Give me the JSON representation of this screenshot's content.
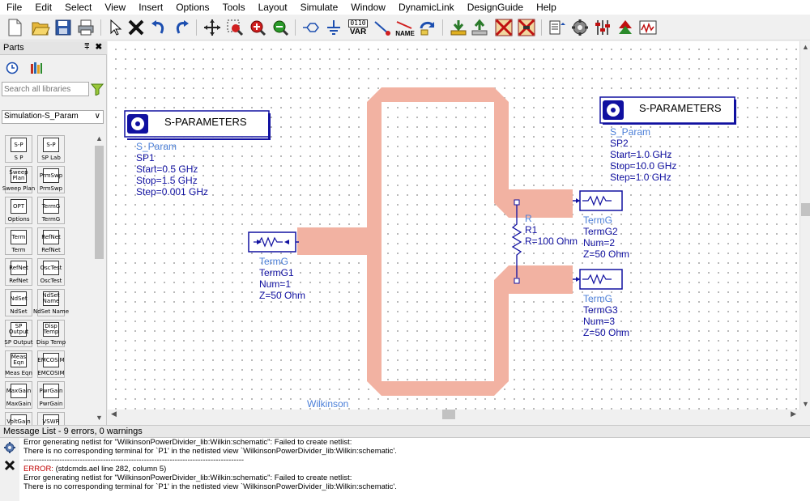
{
  "menu": {
    "items": [
      "File",
      "Edit",
      "Select",
      "View",
      "Insert",
      "Options",
      "Tools",
      "Layout",
      "Simulate",
      "Window",
      "DynamicLink",
      "DesignGuide",
      "Help"
    ]
  },
  "toolbar": {
    "icons": [
      "new-icon",
      "open-icon",
      "save-icon",
      "print-icon",
      "select-pointer-icon",
      "delete-icon",
      "undo-icon",
      "redo-icon",
      "move-icon",
      "zoom-area-icon",
      "zoom-in-icon",
      "zoom-out-icon",
      "port-icon",
      "ground-icon",
      "var-icon",
      "wire-icon",
      "name-icon",
      "refresh-icon",
      "push-down-icon",
      "pop-up-icon",
      "deactivate-icon",
      "deactivate-short-icon",
      "netlist-icon",
      "simulate-icon",
      "tune-icon",
      "optimize-icon",
      "data-display-icon"
    ],
    "var_label": "VAR",
    "var_value": "0110",
    "name_label": "NAME"
  },
  "parts": {
    "title": "Parts",
    "controls": "⩱ ✖",
    "search_placeholder": "Search all libraries",
    "library": "Simulation-S_Param",
    "palette": [
      {
        "glyph": "S-P",
        "label": "S P"
      },
      {
        "glyph": "S-P",
        "label": "SP Lab"
      },
      {
        "glyph": "Sweep Plan",
        "label": "Sweep Plan"
      },
      {
        "glyph": "PrmSwp",
        "label": "PrmSwp"
      },
      {
        "glyph": "OPT",
        "label": "Options"
      },
      {
        "glyph": "TermG",
        "label": "TermG"
      },
      {
        "glyph": "Term",
        "label": "Term"
      },
      {
        "glyph": "RefNet",
        "label": "RefNet"
      },
      {
        "glyph": "RefNet",
        "label": "RefNet"
      },
      {
        "glyph": "OscTest",
        "label": "OscTest"
      },
      {
        "glyph": "NdSet",
        "label": "NdSet"
      },
      {
        "glyph": "NdSet Name",
        "label": "NdSet Name"
      },
      {
        "glyph": "SP Output",
        "label": "SP Output"
      },
      {
        "glyph": "Disp Temp",
        "label": "Disp Temp"
      },
      {
        "glyph": "Meas Eqn",
        "label": "Meas Eqn"
      },
      {
        "glyph": "EMCOSIM",
        "label": "EMCOSIM"
      },
      {
        "glyph": "MaxGain",
        "label": "MaxGain"
      },
      {
        "glyph": "PwrGain",
        "label": "PwrGain"
      },
      {
        "glyph": "VoltGain",
        "label": "VoltGain"
      },
      {
        "glyph": "VSWR",
        "label": "VSWR"
      }
    ]
  },
  "canvas": {
    "sp1": {
      "header": "S-PARAMETERS",
      "type": "S_Param",
      "name": "SP1",
      "start": "Start=0.5 GHz",
      "stop": "Stop=1.5 GHz",
      "step": "Step=0.001 GHz"
    },
    "sp2": {
      "header": "S-PARAMETERS",
      "type": "S_Param",
      "name": "SP2",
      "start": "Start=1.0 GHz",
      "stop": "Stop=10.0 GHz",
      "step": "Step=1.0 GHz"
    },
    "term1": {
      "type": "TermG",
      "name": "TermG1",
      "num": "Num=1",
      "z": "Z=50 Ohm"
    },
    "term2": {
      "type": "TermG",
      "name": "TermG2",
      "num": "Num=2",
      "z": "Z=50 Ohm"
    },
    "term3": {
      "type": "TermG",
      "name": "TermG3",
      "num": "Num=3",
      "z": "Z=50 Ohm"
    },
    "resistor": {
      "type": "R",
      "name": "R1",
      "value": "R=100 Ohm"
    },
    "layout_label": "Wilkinson",
    "trace_color": "#f2b2a2"
  },
  "messages": {
    "title": "Message List - 9 errors, 0 warnings",
    "lines": [
      {
        "text": "Error generating netlist for \"WilkinsonPowerDivider_lib:Wilkin:schematic\": Failed to create netlist:",
        "kind": "plain"
      },
      {
        "text": "There is no corresponding terminal for `P1' in the netlisted view `WilkinsonPowerDivider_lib:Wilkin:schematic'.",
        "kind": "plain"
      },
      {
        "text": "--------------------------------------------------------------------------------------",
        "kind": "sep"
      },
      {
        "text": "ERROR:",
        "rest": " (stdcmds.ael line 282, column 5)",
        "kind": "error"
      },
      {
        "text": "Error generating netlist for \"WilkinsonPowerDivider_lib:Wilkin:schematic\": Failed to create netlist:",
        "kind": "plain"
      },
      {
        "text": "There is no corresponding terminal for `P1' in the netlisted view `WilkinsonPowerDivider_lib:Wilkin:schematic'.",
        "kind": "plain"
      }
    ]
  }
}
